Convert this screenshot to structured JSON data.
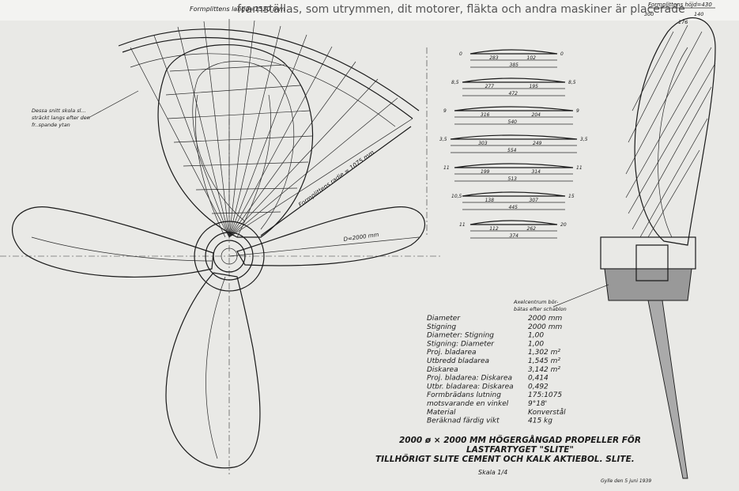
{
  "header_text": "framställas, som utrymmen, dit motorer, fläkta och andra maskiner är placerade",
  "labels": {
    "arc_length": "Formplittens langd=1520 mm",
    "note_line1": "Dessa snitt skola sl...",
    "note_line2": "sträckt langs efter den",
    "note_line3": "fr..spande ytan",
    "cyl_radius": "Formplittens radie = 1075 mm",
    "diameter": "D=2000 mm",
    "side_height": "Formplittens höjd=430",
    "side_dim_a": "300",
    "side_dim_b": "140",
    "side_dim_c": "176",
    "hub_note1": "Axelcentrum bör-",
    "hub_note2": "bätas efter schablon"
  },
  "sections": [
    {
      "left": "0",
      "right": "0",
      "a": "283",
      "b": "102",
      "total": "385"
    },
    {
      "left": "8,5",
      "right": "8,5",
      "a": "277",
      "b": "195",
      "total": "472"
    },
    {
      "left": "9",
      "right": "9",
      "a": "316",
      "b": "204",
      "total": "540"
    },
    {
      "left": "3,5",
      "right": "3,5",
      "a": "303",
      "b": "249",
      "total": "554"
    },
    {
      "left": "11",
      "right": "11",
      "a": "199",
      "b": "314",
      "total": "513"
    },
    {
      "left": "10,5",
      "right": "15",
      "a": "138",
      "b": "307",
      "total": "445"
    },
    {
      "left": "11",
      "right": "20",
      "a": "112",
      "b": "262",
      "total": "374"
    }
  ],
  "specs": [
    {
      "label": "Diameter",
      "value": "2000 mm"
    },
    {
      "label": "Stigning",
      "value": "2000 mm"
    },
    {
      "label": "Diameter: Stigning",
      "value": "1,00"
    },
    {
      "label": "Stigning: Diameter",
      "value": "1,00"
    },
    {
      "label": "Proj. bladarea",
      "value": "1,302 m²"
    },
    {
      "label": "Utbredd bladarea",
      "value": "1,545 m²"
    },
    {
      "label": "Diskarea",
      "value": "3,142 m²"
    },
    {
      "label": "Proj. bladarea: Diskarea",
      "value": "0,414"
    },
    {
      "label": "Utbr. bladarea: Diskarea",
      "value": "0,492"
    },
    {
      "label": "Formbrädans lutning",
      "value": "175:1075"
    },
    {
      "label": "motsvarande en vinkel",
      "value": "9°18'"
    },
    {
      "label": "Material",
      "value": "Konverstål"
    },
    {
      "label": "Beräknad färdig vikt",
      "value": "415 kg"
    }
  ],
  "title": {
    "line1": "2000 ø × 2000 MM HÖGERGÅNGAD PROPELLER FÖR",
    "line2": "LASTFARTYGET \"SLITE\"",
    "line3": "TILLHÖRIGT SLITE CEMENT OCH KALK AKTIEBOL. SLITE.",
    "scale": "Skala 1/4"
  },
  "signature": "Gylle den 5 juni 1939"
}
